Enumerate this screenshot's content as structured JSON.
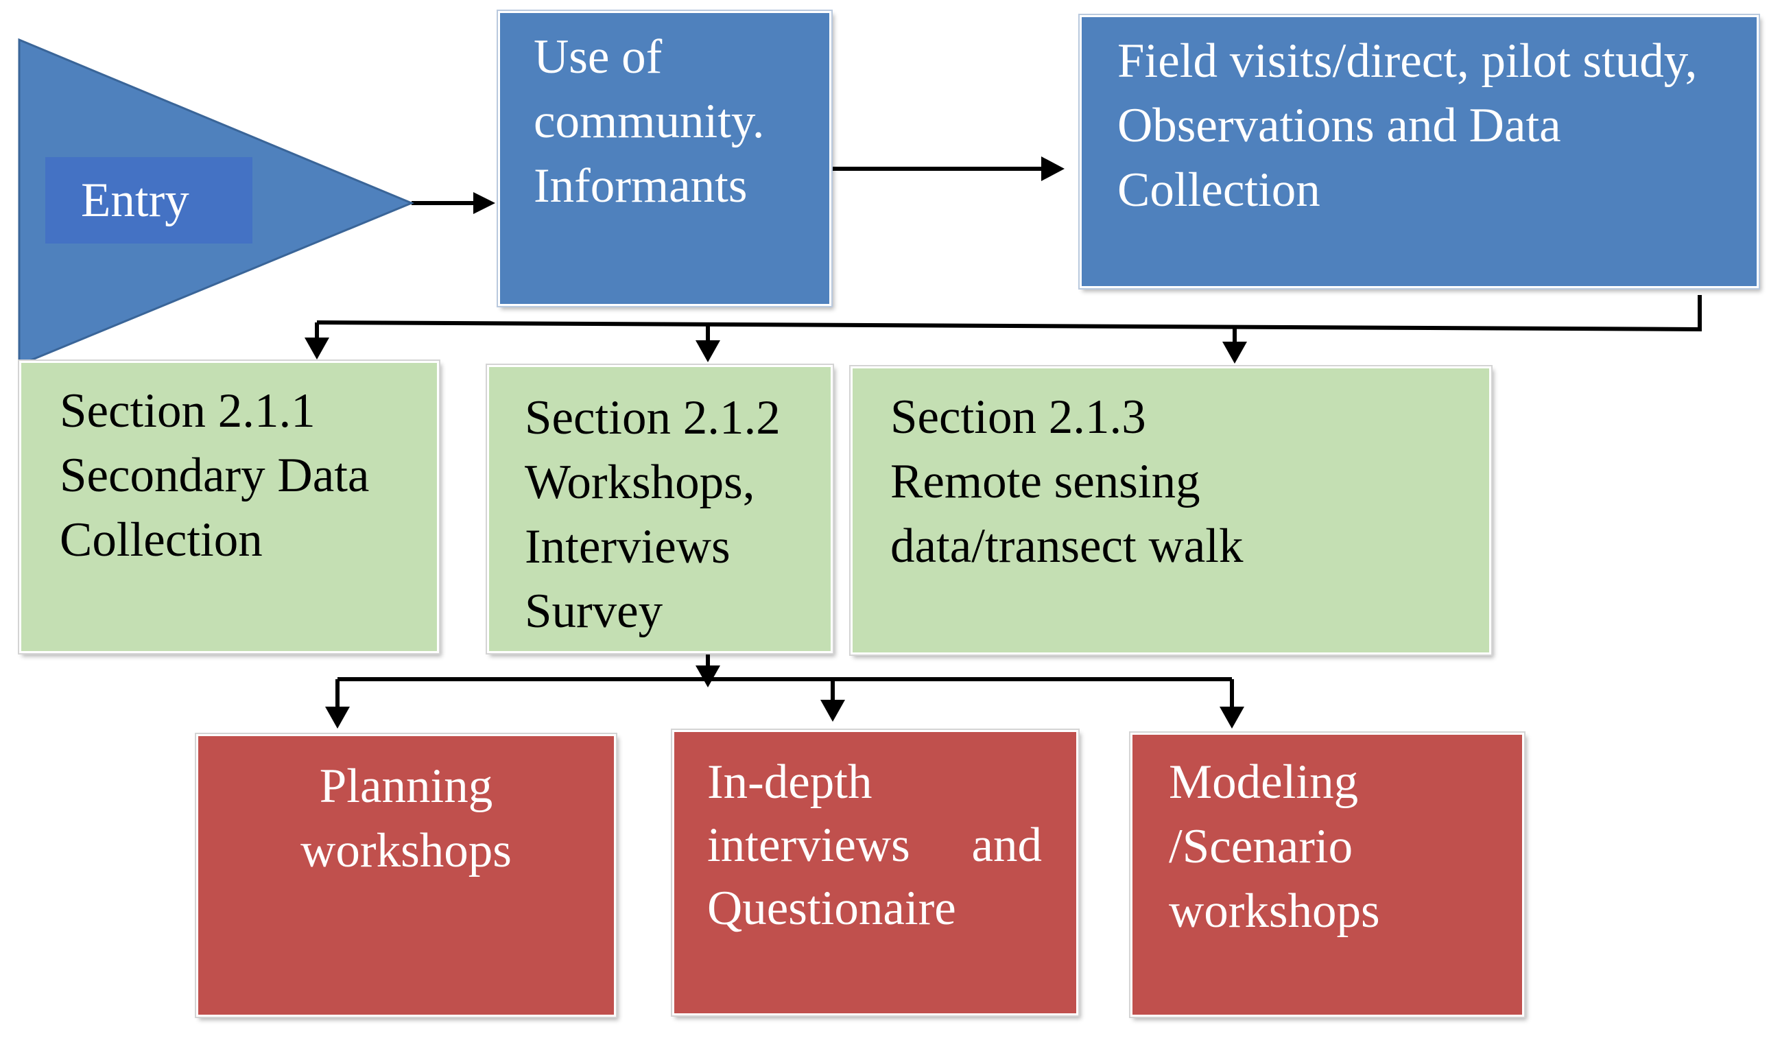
{
  "nodes": {
    "entry": "Entry",
    "community_informants": "Use of\ncommunity.\nInformants",
    "field_visits": "Field visits/direct, pilot study,\nObservations and Data\nCollection",
    "section_211": "Section 2.1.1\nSecondary Data\nCollection",
    "section_212": "Section 2.1.2\nWorkshops,\nInterviews\nSurvey",
    "section_213": "Section 2.1.3\nRemote sensing\ndata/transect walk",
    "planning_workshops": "Planning\nworkshops",
    "indepth_interviews_line1": "In-depth",
    "indepth_interviews_line2a": "interviews",
    "indepth_interviews_line2b": "and",
    "indepth_interviews_line3": "Questionaire",
    "modeling_workshops": "Modeling\n/Scenario\nworkshops"
  },
  "colors": {
    "blue_box": "#4f81bd",
    "entry_label": "#4472c4",
    "green_box": "#c4dfb3",
    "red_box": "#c0504d",
    "connector": "#000000"
  }
}
